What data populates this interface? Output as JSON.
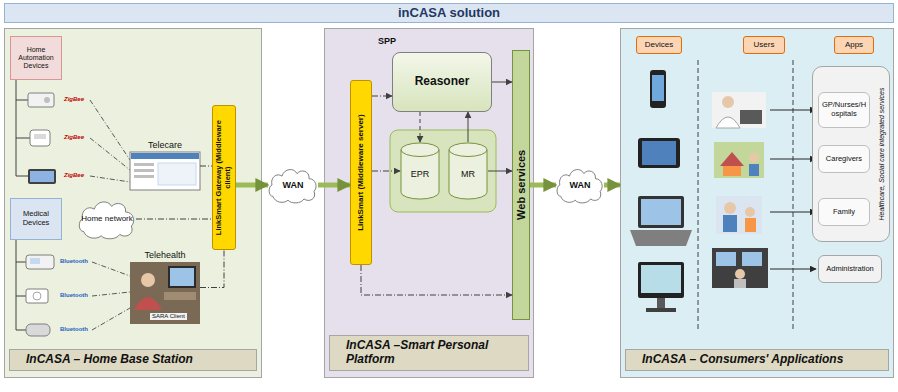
{
  "diagram": {
    "title": "inCASA solution",
    "nodes": [
      {
        "text": [
          "InCASA – Home Base Station"
        ]
      },
      {
        "text": [
          "Home Automation Devices"
        ],
        "in": 0
      },
      {
        "text": [
          "Telecare"
        ],
        "in": 0
      },
      {
        "text": [
          "Medical Devices"
        ],
        "in": 0
      },
      {
        "text": [
          "Home network"
        ],
        "in": 0
      },
      {
        "text": [
          "Telehealth"
        ],
        "in": 0
      },
      {
        "text": [
          "LinkSmart Gateway (Middleware client)"
        ],
        "in": 0
      },
      {
        "text": [
          "WAN"
        ]
      },
      {
        "text": [
          "InCASA –Smart Personal Platform"
        ]
      },
      {
        "text": [
          "Reasoner"
        ],
        "in": 8
      },
      {
        "text": [
          "LinkSmart (Middleware server)"
        ],
        "in": 8
      },
      {
        "text": [
          "EPR"
        ],
        "in": 8
      },
      {
        "text": [
          "MR"
        ],
        "in": 8
      },
      {
        "text": [
          "Web services"
        ],
        "in": 8
      },
      {
        "text": [
          "WAN"
        ]
      },
      {
        "text": [
          "InCASA – Consumers' Applications"
        ]
      },
      {
        "text": [
          "Devices"
        ],
        "in": 15
      },
      {
        "text": [
          "Users"
        ],
        "in": 15
      },
      {
        "text": [
          "Apps"
        ],
        "in": 15
      },
      {
        "text": [
          "Healthcare, Social care integrated services"
        ],
        "in": 15
      },
      {
        "text": [
          "GP/Nurses/Hospitals"
        ],
        "in": 19
      },
      {
        "text": [
          "Caregivers"
        ],
        "in": 19
      },
      {
        "text": [
          "Family"
        ],
        "in": 19
      },
      {
        "text": [
          "Administration"
        ],
        "in": 15
      }
    ],
    "edges": [
      {
        "from": 2,
        "to": 6,
        "arrow": "none"
      },
      {
        "from": 4,
        "to": 6,
        "arrow": "none"
      },
      {
        "from": 5,
        "to": 6,
        "arrow": "none"
      },
      {
        "from": 6,
        "to": 7,
        "arrow": "to"
      },
      {
        "from": 7,
        "to": 10,
        "arrow": "to"
      },
      {
        "from": 10,
        "to": 9,
        "arrow": "to"
      },
      {
        "from": 10,
        "to": 11,
        "arrow": "to"
      },
      {
        "from": 10,
        "to": 13,
        "arrow": "to"
      },
      {
        "from": 9,
        "to": 13,
        "arrow": "to"
      },
      {
        "from": 9,
        "to": 11,
        "arrow": "to"
      },
      {
        "from": 12,
        "to": 9,
        "arrow": "to"
      },
      {
        "from": 12,
        "to": 13,
        "arrow": "to"
      },
      {
        "from": 13,
        "to": 14,
        "arrow": "to"
      },
      {
        "from": 14,
        "to": 15,
        "arrow": "to"
      }
    ],
    "labels": [
      "SPP",
      "ZigBee",
      "ZigBee",
      "ZigBee",
      "Bluetooth",
      "Bluetooth",
      "Bluetooth",
      "SARA Client"
    ]
  }
}
